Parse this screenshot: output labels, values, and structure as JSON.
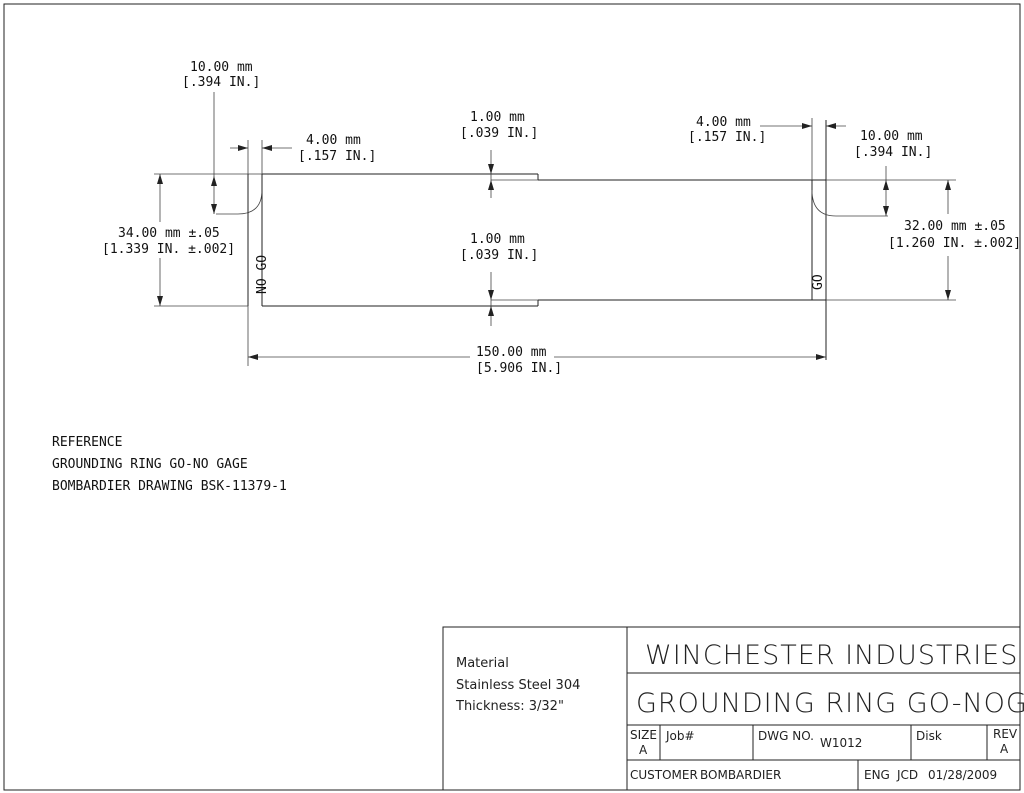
{
  "dims": {
    "top_left_radius": {
      "mm": "10.00 mm",
      "in": "[.394 IN.]"
    },
    "top_left_width": {
      "mm": "4.00 mm",
      "in": "[.157 IN.]"
    },
    "top_center_step": {
      "mm": "1.00 mm",
      "in": "[.039 IN.]"
    },
    "top_right_width": {
      "mm": "4.00 mm",
      "in": "[.157 IN.]"
    },
    "top_right_radius": {
      "mm": "10.00 mm",
      "in": "[.394 IN.]"
    },
    "left_height": {
      "mm": "34.00 mm ±.05",
      "in": "[1.339  IN. ±.002]"
    },
    "center_step": {
      "mm": "1.00 mm",
      "in": "[.039 IN.]"
    },
    "right_height": {
      "mm": "32.00 mm ±.05",
      "in": "[1.260  IN. ±.002]"
    },
    "overall_length": {
      "mm": "150.00 mm",
      "in": "[5.906 IN.]"
    }
  },
  "part_labels": {
    "no_go": "NO GO",
    "go": "GO"
  },
  "reference_note": {
    "line1": "REFERENCE",
    "line2": "GROUNDING RING GO-NO GAGE",
    "line3": "BOMBARDIER DRAWING BSK-11379-1"
  },
  "title_block": {
    "material_label": "Material",
    "material_value": "Stainless Steel 304",
    "thickness": "Thickness: 3/32\"",
    "company": "WINCHESTER INDUSTRIES INC.",
    "title": "GROUNDING RING GO-NOGO GAGE",
    "size_label": "SIZE",
    "size_value": "A",
    "job_label": "Job#",
    "dwg_label": "DWG NO.",
    "dwg_value": "W1012",
    "disk_label": "Disk",
    "rev_label": "REV",
    "rev_value": "A",
    "customer_label": "CUSTOMER",
    "customer_value": "BOMBARDIER",
    "eng_label": "ENG",
    "eng_value": "JCD",
    "date": "01/28/2009"
  }
}
